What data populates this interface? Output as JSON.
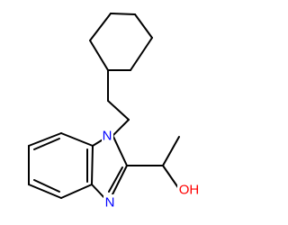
{
  "molecule": {
    "atoms": {
      "n1": {
        "symbol": "N",
        "color": "#0000ff"
      },
      "n3": {
        "symbol": "N",
        "color": "#0000ff"
      },
      "oh": {
        "symbol": "OH",
        "color": "#ff0000"
      }
    },
    "bond_color": "#000000"
  }
}
